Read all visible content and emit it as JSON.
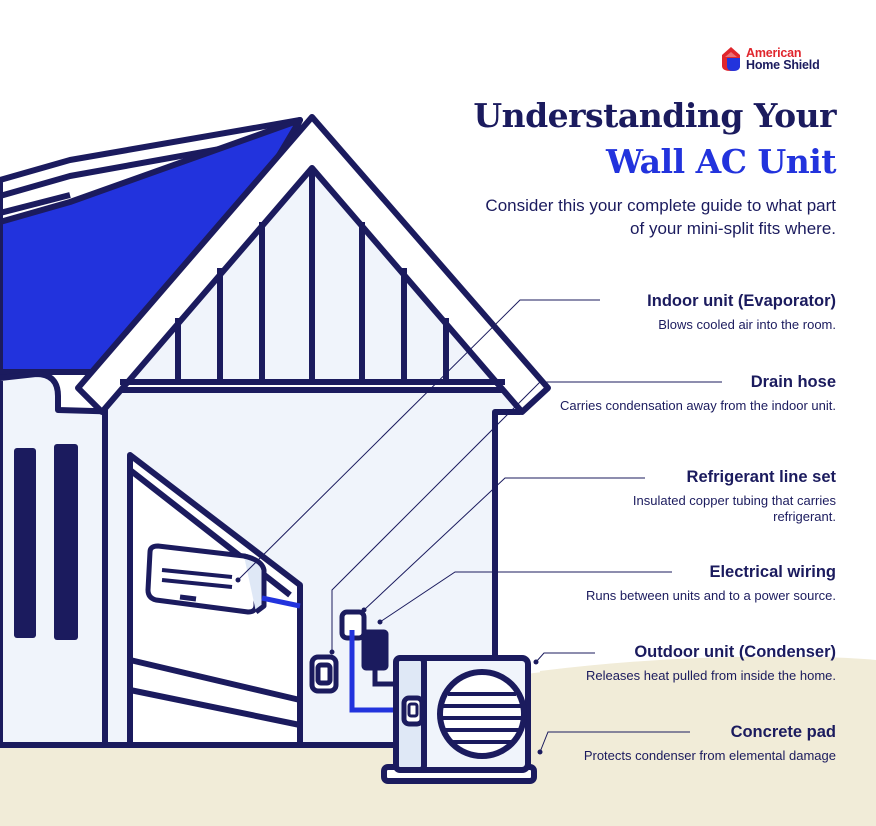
{
  "brand": {
    "line1": "American",
    "line2": "Home Shield",
    "red": "#E0262D",
    "navy": "#1b1b5e"
  },
  "title": {
    "line1": "Understanding Your",
    "line2": "Wall AC Unit"
  },
  "subtitle": "Consider this your complete guide to what part of your mini-split fits where.",
  "colors": {
    "navy": "#1b1b5e",
    "blue": "#2233dd",
    "wall": "#f0f4fb",
    "ground": "#f1ecd8",
    "unit": "#dfe8f6"
  },
  "callouts": [
    {
      "label": "Indoor unit (Evaporator)",
      "desc": "Blows cooled air into the room."
    },
    {
      "label": "Drain hose",
      "desc": "Carries condensation away from the indoor unit."
    },
    {
      "label": "Refrigerant line set",
      "desc": "Insulated copper tubing that carries refrigerant."
    },
    {
      "label": "Electrical wiring",
      "desc": "Runs between units and to a power source."
    },
    {
      "label": "Outdoor unit (Condenser)",
      "desc": "Releases heat pulled from inside the home."
    },
    {
      "label": "Concrete pad",
      "desc": "Protects condenser from elemental damage"
    }
  ]
}
